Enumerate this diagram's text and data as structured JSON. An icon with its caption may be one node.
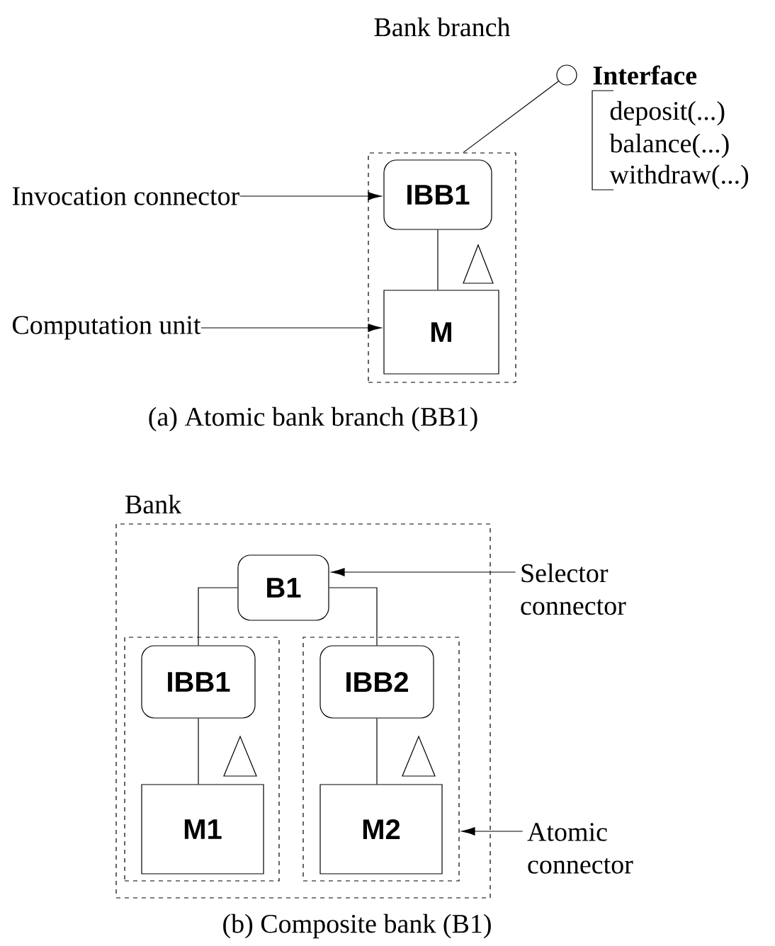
{
  "diagram": {
    "nodes": [
      {
        "text": [],
        "shape": "box"
      },
      {
        "text": [
          "IBB1"
        ],
        "in": 0
      },
      {
        "text": [
          "M"
        ],
        "in": 0
      },
      {
        "text": [
          "Invocation connector"
        ]
      },
      {
        "text": [
          "Computation unit"
        ]
      },
      {
        "text": [],
        "shape": "circle"
      },
      {
        "text": [
          "Bank"
        ]
      },
      {
        "text": [
          "B1"
        ],
        "in": 6
      },
      {
        "text": [],
        "shape": "box",
        "in": 6
      },
      {
        "text": [
          "IBB1"
        ],
        "in": 8
      },
      {
        "text": [
          "M1"
        ],
        "in": 8
      },
      {
        "text": [],
        "shape": "box",
        "in": 6
      },
      {
        "text": [
          "IBB2"
        ],
        "in": 11
      },
      {
        "text": [
          "M2"
        ],
        "in": 11
      },
      {
        "text": [
          "Selector connector"
        ]
      },
      {
        "text": [
          "Atomic connector"
        ]
      }
    ],
    "edges": [
      {
        "from": 3,
        "to": 1,
        "arrow": "to"
      },
      {
        "from": 4,
        "to": 2,
        "arrow": "to"
      },
      {
        "from": 1,
        "to": 2,
        "arrow": "none"
      },
      {
        "from": 0,
        "to": 5,
        "arrow": "none"
      },
      {
        "from": 7,
        "to": 9,
        "arrow": "none"
      },
      {
        "from": 7,
        "to": 12,
        "arrow": "none"
      },
      {
        "from": 9,
        "to": 10,
        "arrow": "none"
      },
      {
        "from": 12,
        "to": 13,
        "arrow": "none"
      },
      {
        "from": 14,
        "to": 7,
        "arrow": "to"
      },
      {
        "from": 15,
        "to": 11,
        "arrow": "to"
      }
    ],
    "labels": [
      "Bank branch",
      "Interface",
      "deposit(...)",
      "balance(...)",
      "withdraw(...)",
      "(a) Atomic bank branch (BB1)",
      "(b) Composite bank (B1)"
    ]
  }
}
